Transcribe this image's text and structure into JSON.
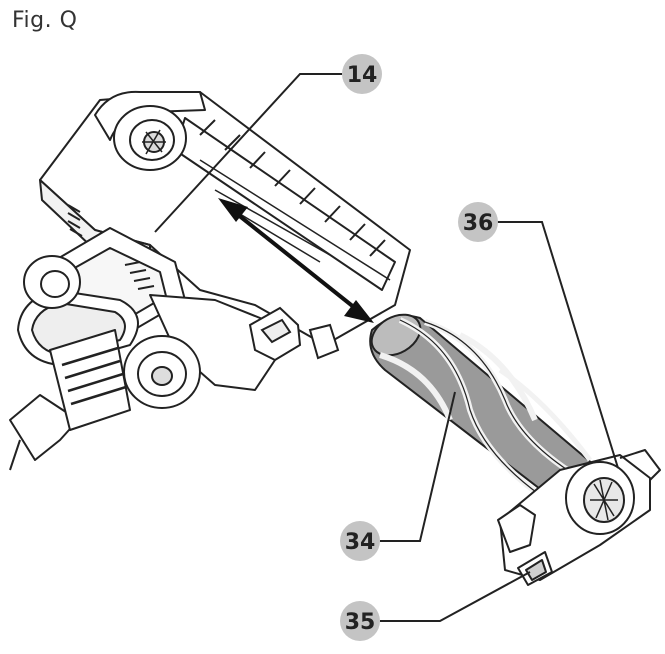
{
  "figure": {
    "title": "Fig. Q"
  },
  "callouts": [
    {
      "id": "14",
      "label": "14"
    },
    {
      "id": "36",
      "label": "36"
    },
    {
      "id": "34",
      "label": "34"
    },
    {
      "id": "35",
      "label": "35"
    }
  ],
  "colors": {
    "line": "#222222",
    "badge_fill": "#c4c4c4",
    "badge_text": "#222222",
    "shade": "#9a9a9a"
  }
}
